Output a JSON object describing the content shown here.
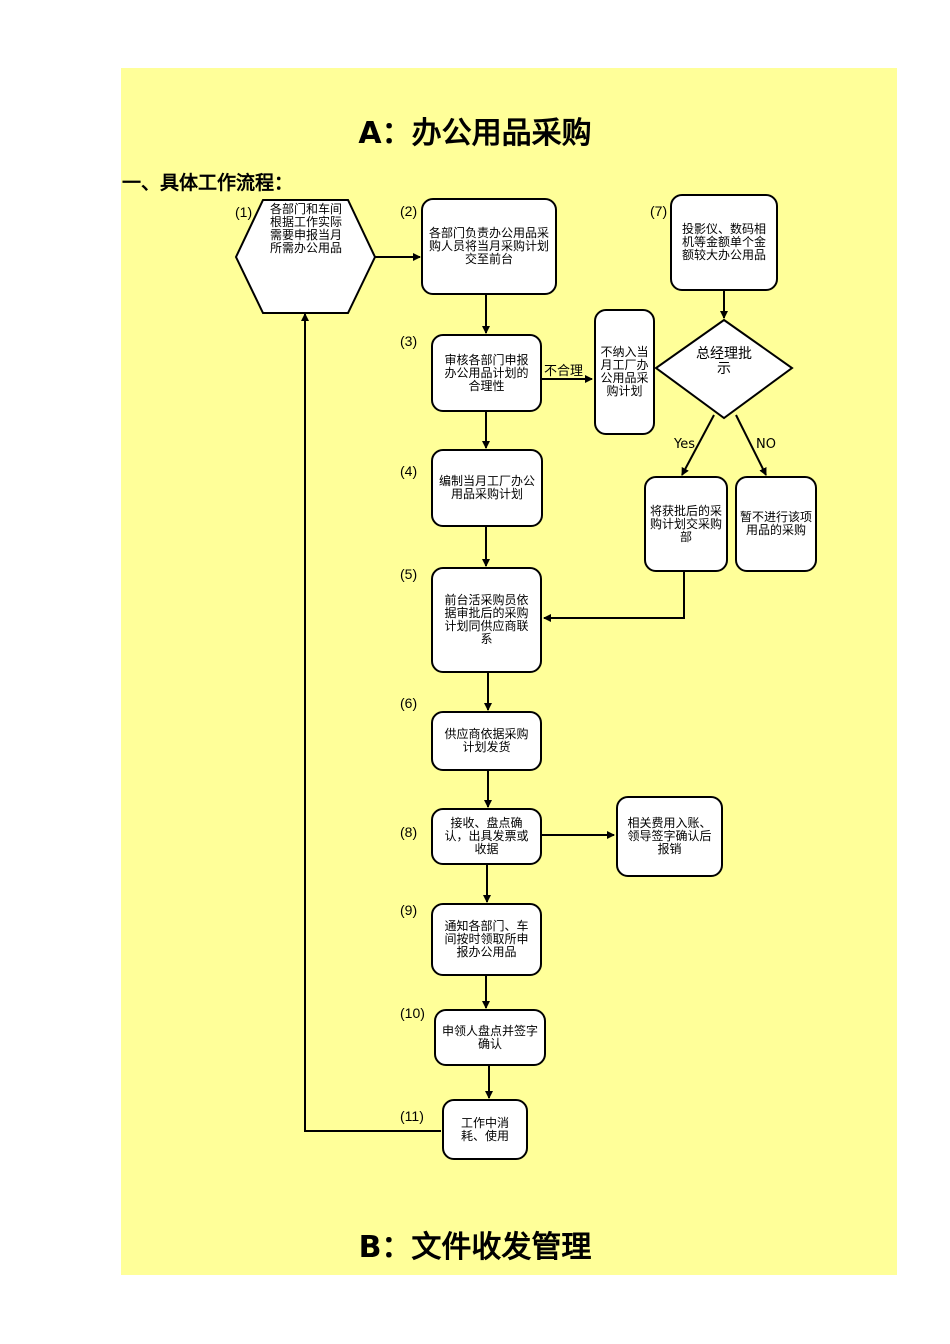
{
  "titles": {
    "section_a": "A：办公用品采购",
    "section_b": "B：文件收发管理"
  },
  "subtitle": "一、具体工作流程：",
  "steps": {
    "s1": {
      "num": "(1)",
      "text": "各部门和车间根据工作实际需要申报当月所需办公用品"
    },
    "s2": {
      "num": "(2)",
      "text": "各部门负责办公用品采购人员将当月采购计划交至前台"
    },
    "s3": {
      "num": "(3)",
      "text": "审核各部门申报办公用品计划的合理性"
    },
    "s3_reject": {
      "text": "不纳入当月工厂办公用品采购计划"
    },
    "s4": {
      "num": "(4)",
      "text": "编制当月工厂办公用品采购计划"
    },
    "s5": {
      "num": "(5)",
      "text": "前台活采购员依据审批后的采购计划同供应商联系"
    },
    "s6": {
      "num": "(6)",
      "text": "供应商依据采购计划发货"
    },
    "s7": {
      "num": "(7)",
      "text": "投影仪、数码相机等金额单个金额较大办公用品"
    },
    "s7_decision": {
      "text": "总经理批示"
    },
    "s7_yes": {
      "text": "将获批后的采购计划交采购部"
    },
    "s7_no": {
      "text": "暂不进行该项用品的采购"
    },
    "s8": {
      "num": "(8)",
      "text": "接收、盘点确认，出具发票或收据"
    },
    "s8_side": {
      "text": "相关费用入账、领导签字确认后报销"
    },
    "s9": {
      "num": "(9)",
      "text": "通知各部门、车间按时领取所申报办公用品"
    },
    "s10": {
      "num": "(10)",
      "text": "申领人盘点并签字确认"
    },
    "s11": {
      "num": "(11)",
      "text": "工作中消耗、使用"
    }
  },
  "edge_labels": {
    "unreasonable": "不合理",
    "yes": "Yes",
    "no": "NO"
  },
  "colors": {
    "sheet_background": "#ffff99",
    "box_fill": "#ffffff",
    "stroke": "#000000"
  }
}
